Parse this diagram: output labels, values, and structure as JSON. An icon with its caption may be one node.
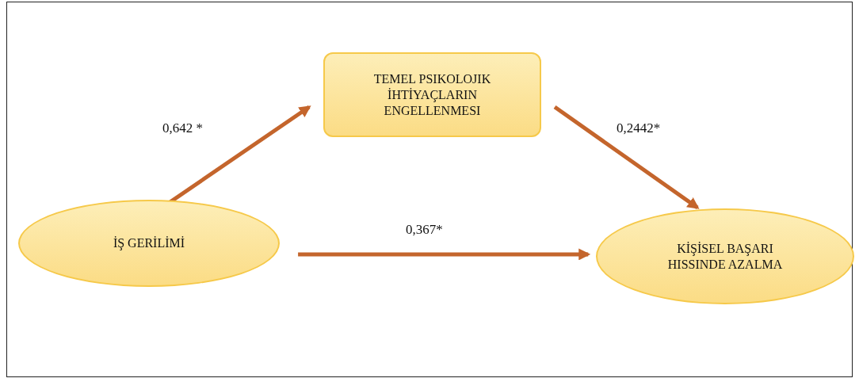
{
  "diagram": {
    "nodes": [
      {
        "text": [
          "İŞ GERİLİMİ"
        ]
      },
      {
        "text": [
          "TEMEL PSIKOLOJIK İHTİYAÇLARIN ENGELLENMESI"
        ]
      },
      {
        "text": [
          "KİŞİSEL BAŞARI HISSINDE AZALMA"
        ]
      }
    ],
    "edges": [
      {
        "from": 0,
        "to": 1,
        "arrow": "to",
        "label": "0,642 *"
      },
      {
        "from": 1,
        "to": 2,
        "arrow": "to",
        "label": "0,2442*"
      },
      {
        "from": 0,
        "to": 2,
        "arrow": "to",
        "label": "0,367*"
      }
    ]
  }
}
